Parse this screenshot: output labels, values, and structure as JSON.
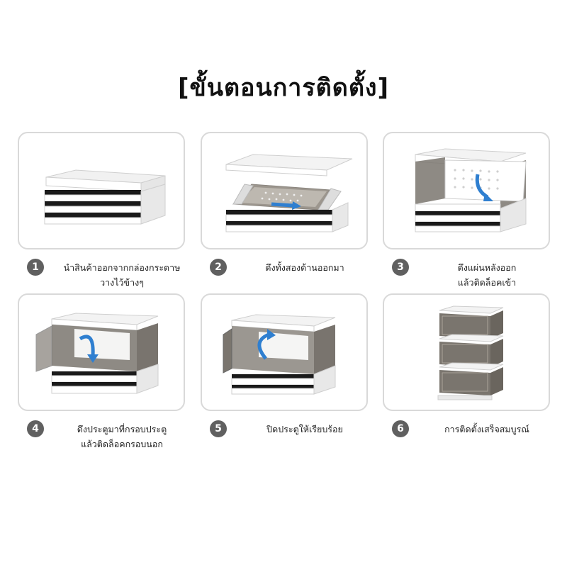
{
  "title": "[ขั้นตอนการติดตั้ง]",
  "steps": [
    {
      "num": "1",
      "line1": "นำสินค้าออกจากกล่องกระดาษ",
      "line2": "วางไว้ข้างๆ"
    },
    {
      "num": "2",
      "line1": "ดึงทั้งสองด้านออกมา",
      "line2": ""
    },
    {
      "num": "3",
      "line1": "ดึงแผ่นหลังออก",
      "line2": "แล้วติดล็อคเข้า"
    },
    {
      "num": "4",
      "line1": "ดึงประตูมาที่กรอบประตู",
      "line2": "แล้วติดล็อคกรอบนอก"
    },
    {
      "num": "5",
      "line1": "ปิดประตูให้เรียบร้อย",
      "line2": ""
    },
    {
      "num": "6",
      "line1": "การติดตั้งเสร็จสมบูรณ์",
      "line2": ""
    }
  ],
  "colors": {
    "border": "#d9d9d9",
    "badge": "#606060",
    "arrow": "#2f7fd0",
    "panel": "#6e6a64"
  }
}
